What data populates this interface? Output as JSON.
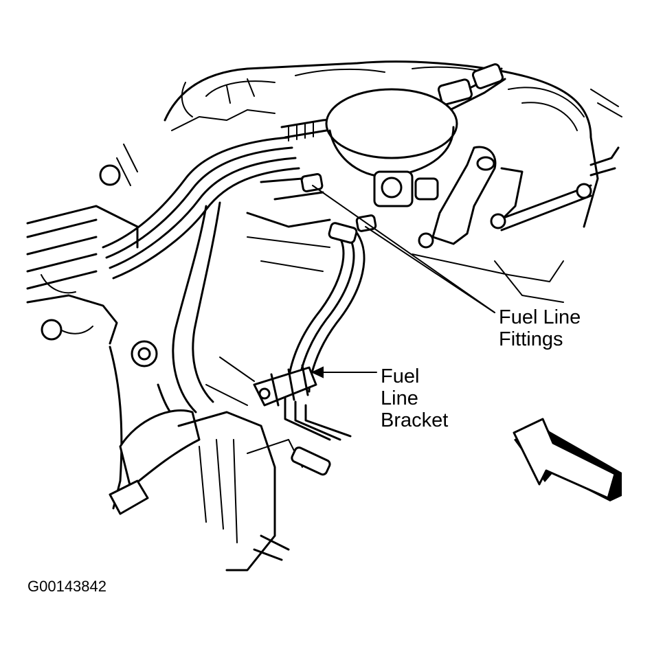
{
  "callouts": {
    "fuel_line_fittings": [
      "Fuel Line",
      "Fittings"
    ],
    "fuel_line_bracket": [
      "Fuel",
      "Line",
      "Bracket"
    ]
  },
  "figure_id": "G00143842",
  "colors": {
    "ink": "#000000",
    "paper": "#ffffff"
  },
  "icons": {
    "view_direction": "view-direction-arrow-icon"
  }
}
